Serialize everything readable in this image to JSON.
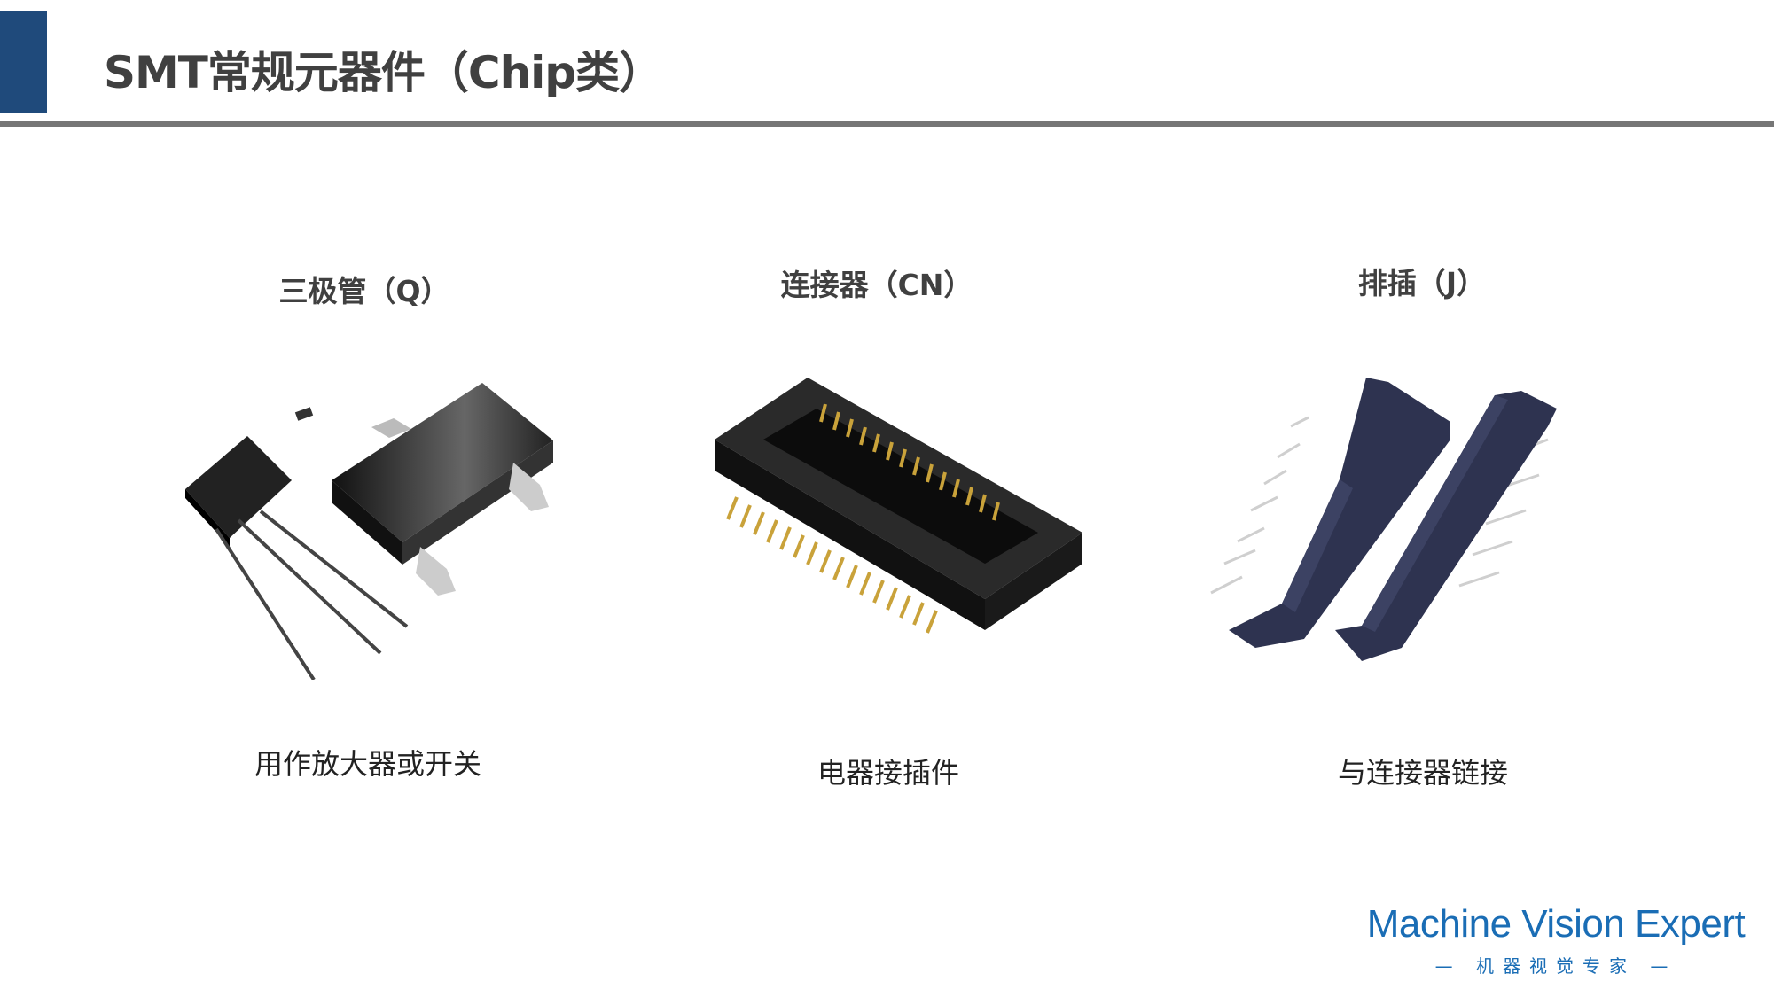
{
  "slide": {
    "title": "SMT常规元器件（Chip类）",
    "accent_color": "#1f4a7b"
  },
  "components": [
    {
      "heading": "三极管（Q）",
      "caption": "用作放大器或开关",
      "icon": "transistor-image"
    },
    {
      "heading": "连接器（CN）",
      "caption": "电器接插件",
      "icon": "board-connector-image"
    },
    {
      "heading": "排插（J）",
      "caption": "与连接器链接",
      "icon": "pin-header-image"
    }
  ],
  "logo": {
    "main": "Machine Vision Expert",
    "sub": "— 机器视觉专家 —",
    "color": "#1a6db5"
  }
}
